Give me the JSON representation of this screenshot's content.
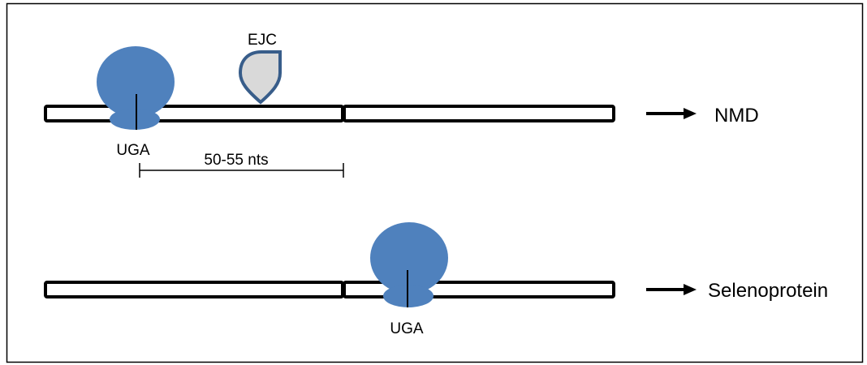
{
  "diagram": {
    "top_panel": {
      "codon_label": "UGA",
      "ejc_label": "EJC",
      "distance_label": "50-55 nts",
      "outcome_label": "NMD"
    },
    "bottom_panel": {
      "codon_label": "UGA",
      "outcome_label": "Selenoprotein"
    },
    "colors": {
      "ribosome": "#4f81bd",
      "ejc_fill": "#d9d9d9",
      "ejc_outline": "#385d8a",
      "frame": "#000000"
    }
  }
}
